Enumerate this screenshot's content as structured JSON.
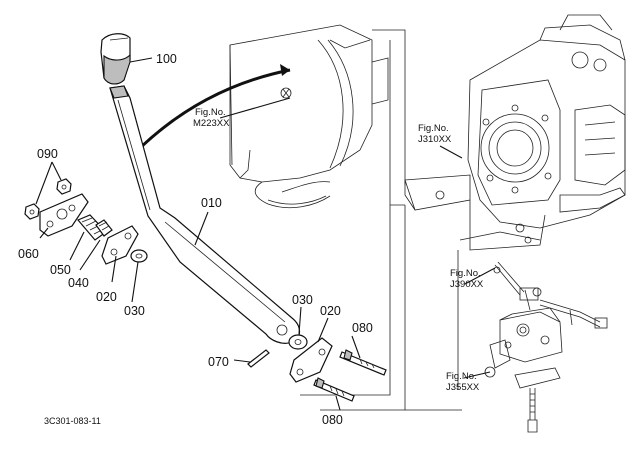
{
  "diagram": {
    "callouts": {
      "p100": "100",
      "p010": "010",
      "p090": "090",
      "p060": "060",
      "p050": "050",
      "p040": "040",
      "p020a": "020",
      "p030a": "030",
      "p030b": "030",
      "p020b": "020",
      "p080a": "080",
      "p070": "070",
      "p080b": "080"
    },
    "fig_refs": {
      "m223_top": "Fig.No.",
      "m223_num": "M223XX",
      "j310_top": "Fig.No.",
      "j310_num": "J310XX",
      "j390_top": "Fig.No.",
      "j390_num": "J390XX",
      "j355_top": "Fig.No.",
      "j355_num": "J355XX"
    },
    "diagram_code": "3C301-083-11"
  }
}
